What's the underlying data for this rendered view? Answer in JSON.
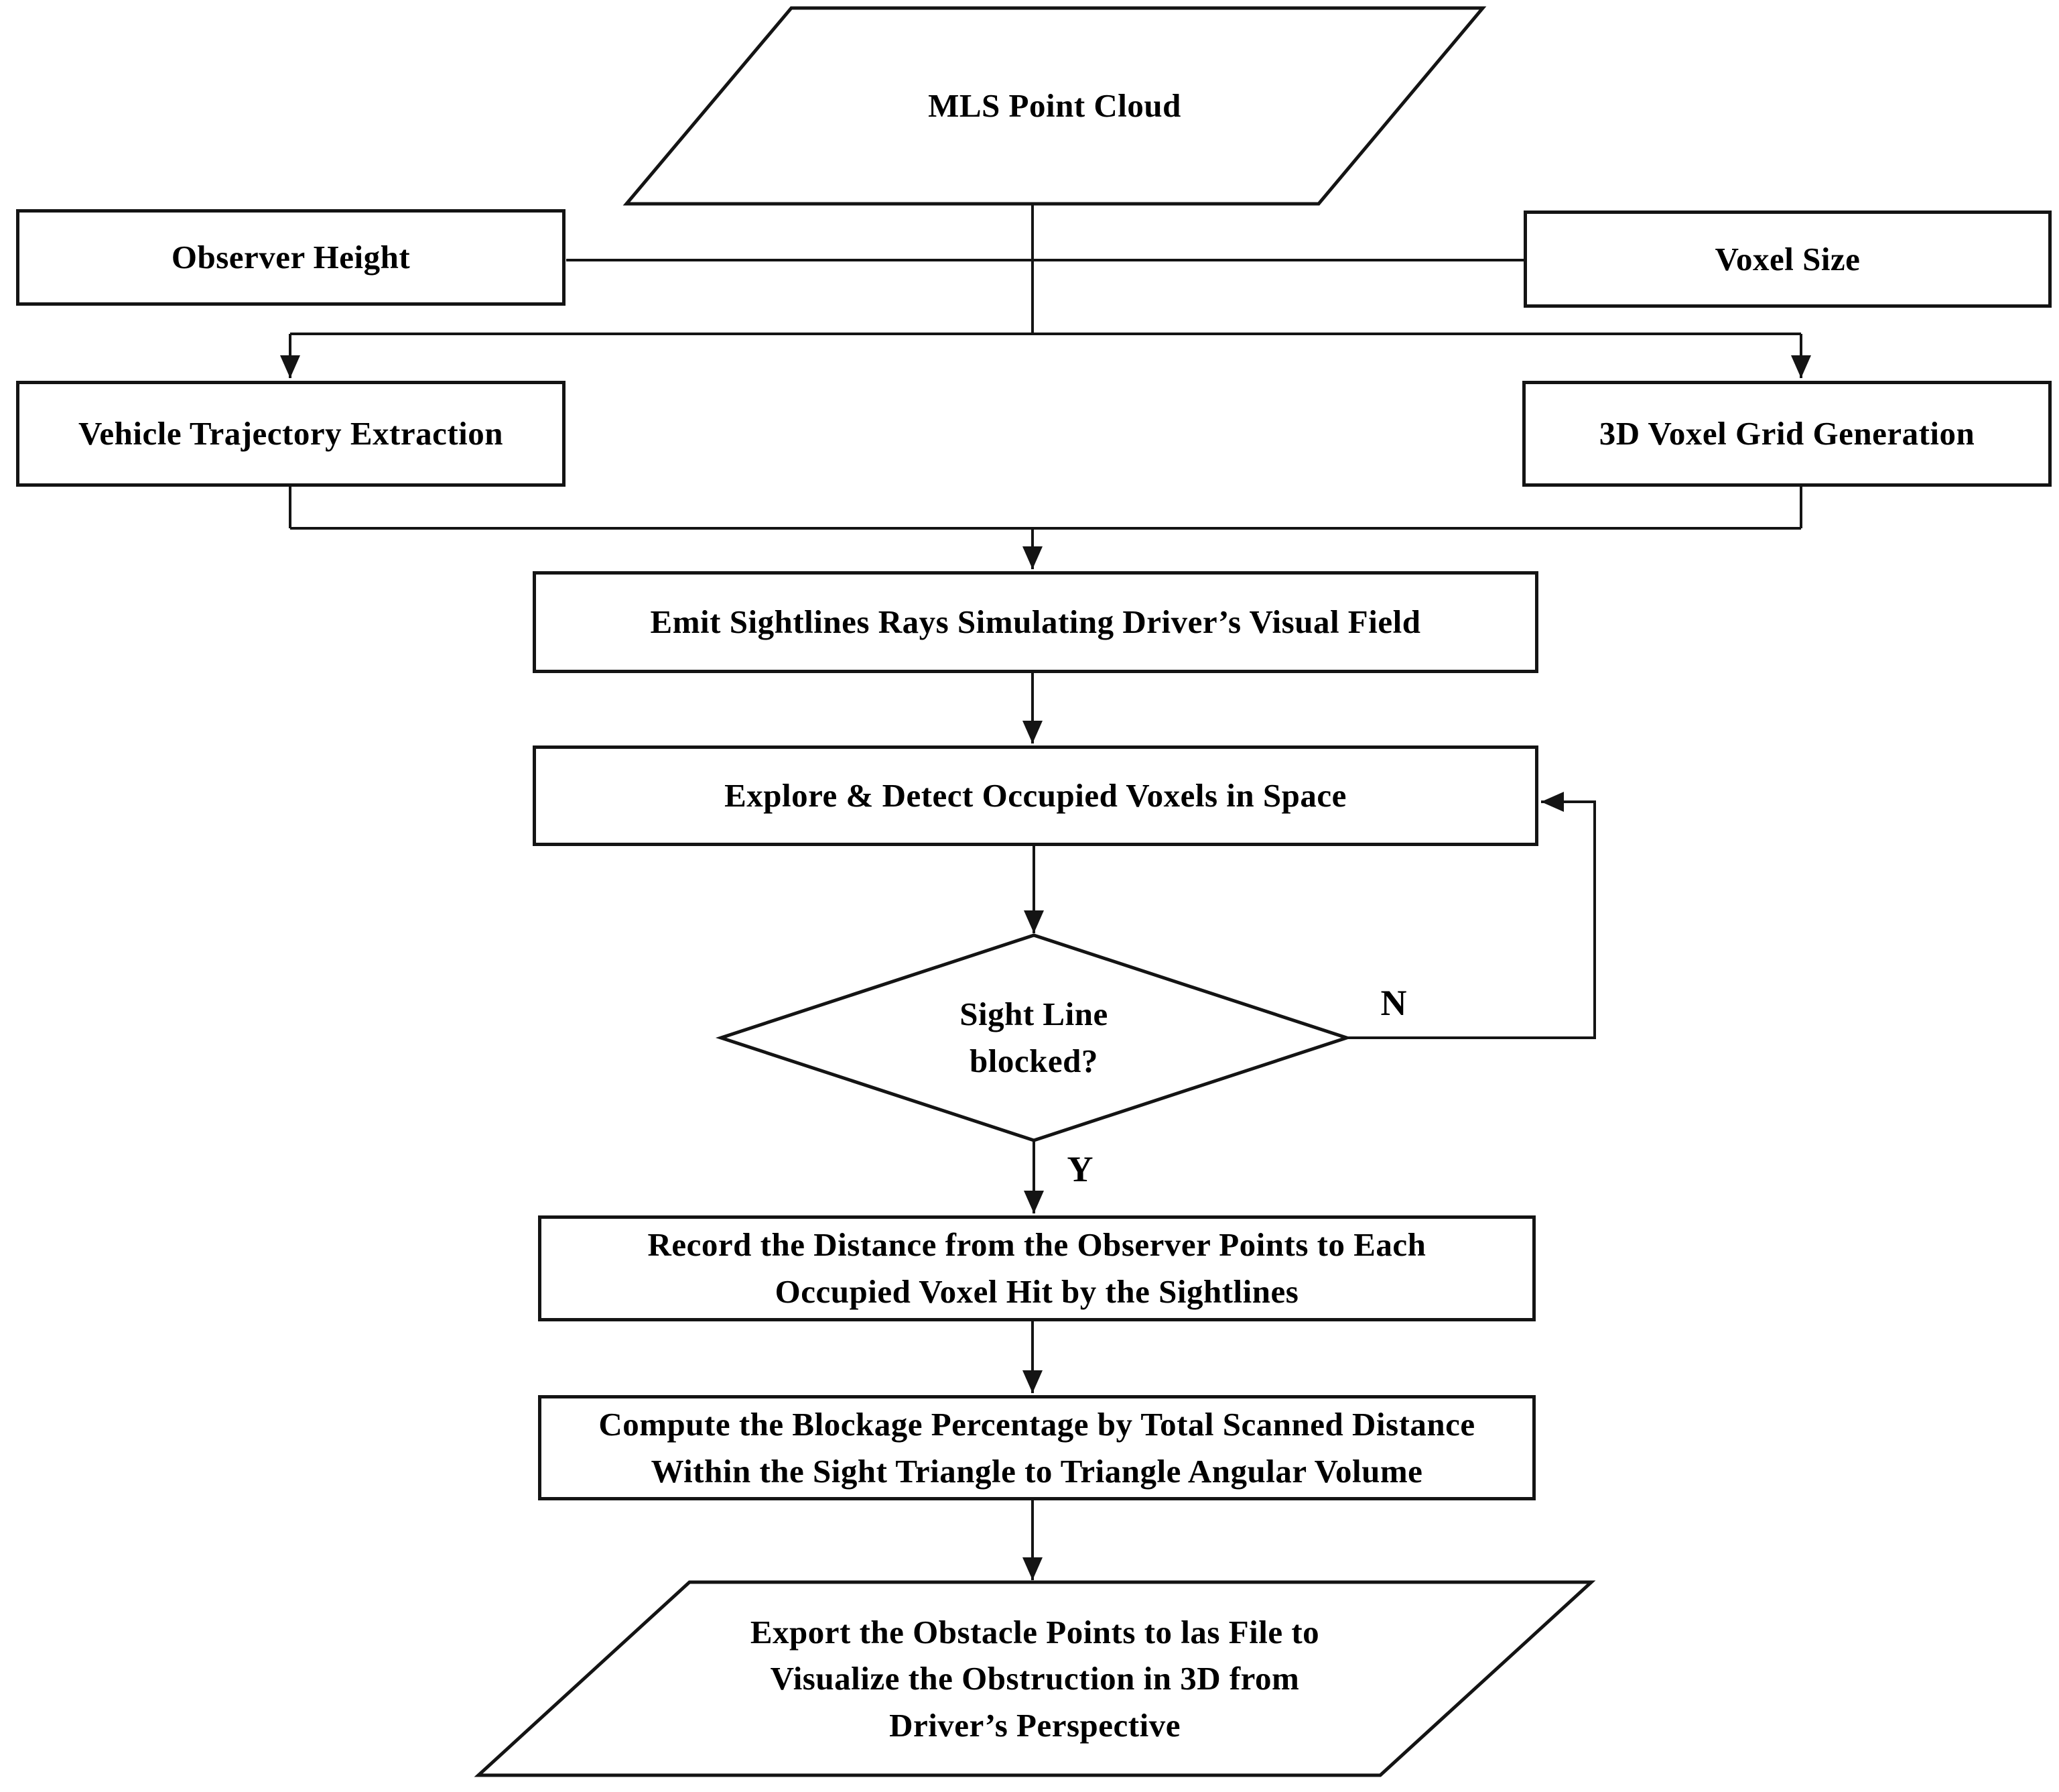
{
  "diagram": {
    "title_hint": "MLS point cloud sight-line obstruction analysis flowchart",
    "colors": {
      "background": "#ffffff",
      "stroke": "#141414",
      "text": "#000000"
    },
    "nodes": {
      "mls": {
        "type": "parallelogram",
        "label": "MLS Point Cloud"
      },
      "observer_height": {
        "type": "rectangle",
        "label": "Observer Height"
      },
      "voxel_size": {
        "type": "rectangle",
        "label": "Voxel Size"
      },
      "vehicle_trajectory": {
        "type": "rectangle",
        "label": "Vehicle Trajectory Extraction"
      },
      "voxel_grid": {
        "type": "rectangle",
        "label": "3D Voxel Grid Generation"
      },
      "emit": {
        "type": "rectangle",
        "label": "Emit Sightlines Rays Simulating Driver’s Visual Field"
      },
      "explore": {
        "type": "rectangle",
        "label": "Explore & Detect Occupied Voxels in Space"
      },
      "decision": {
        "type": "diamond",
        "label": "Sight Line\nblocked?"
      },
      "record": {
        "type": "rectangle",
        "label": "Record the Distance from the Observer Points to Each\nOccupied Voxel Hit by the Sightlines"
      },
      "compute": {
        "type": "rectangle",
        "label": "Compute the Blockage Percentage by Total Scanned Distance\nWithin the Sight Triangle to Triangle Angular Volume"
      },
      "export": {
        "type": "parallelogram",
        "label": "Export the Obstacle Points to las File to\nVisualize the Obstruction in 3D from\nDriver’s Perspective"
      }
    },
    "edge_labels": {
      "no": "N",
      "yes": "Y"
    }
  }
}
